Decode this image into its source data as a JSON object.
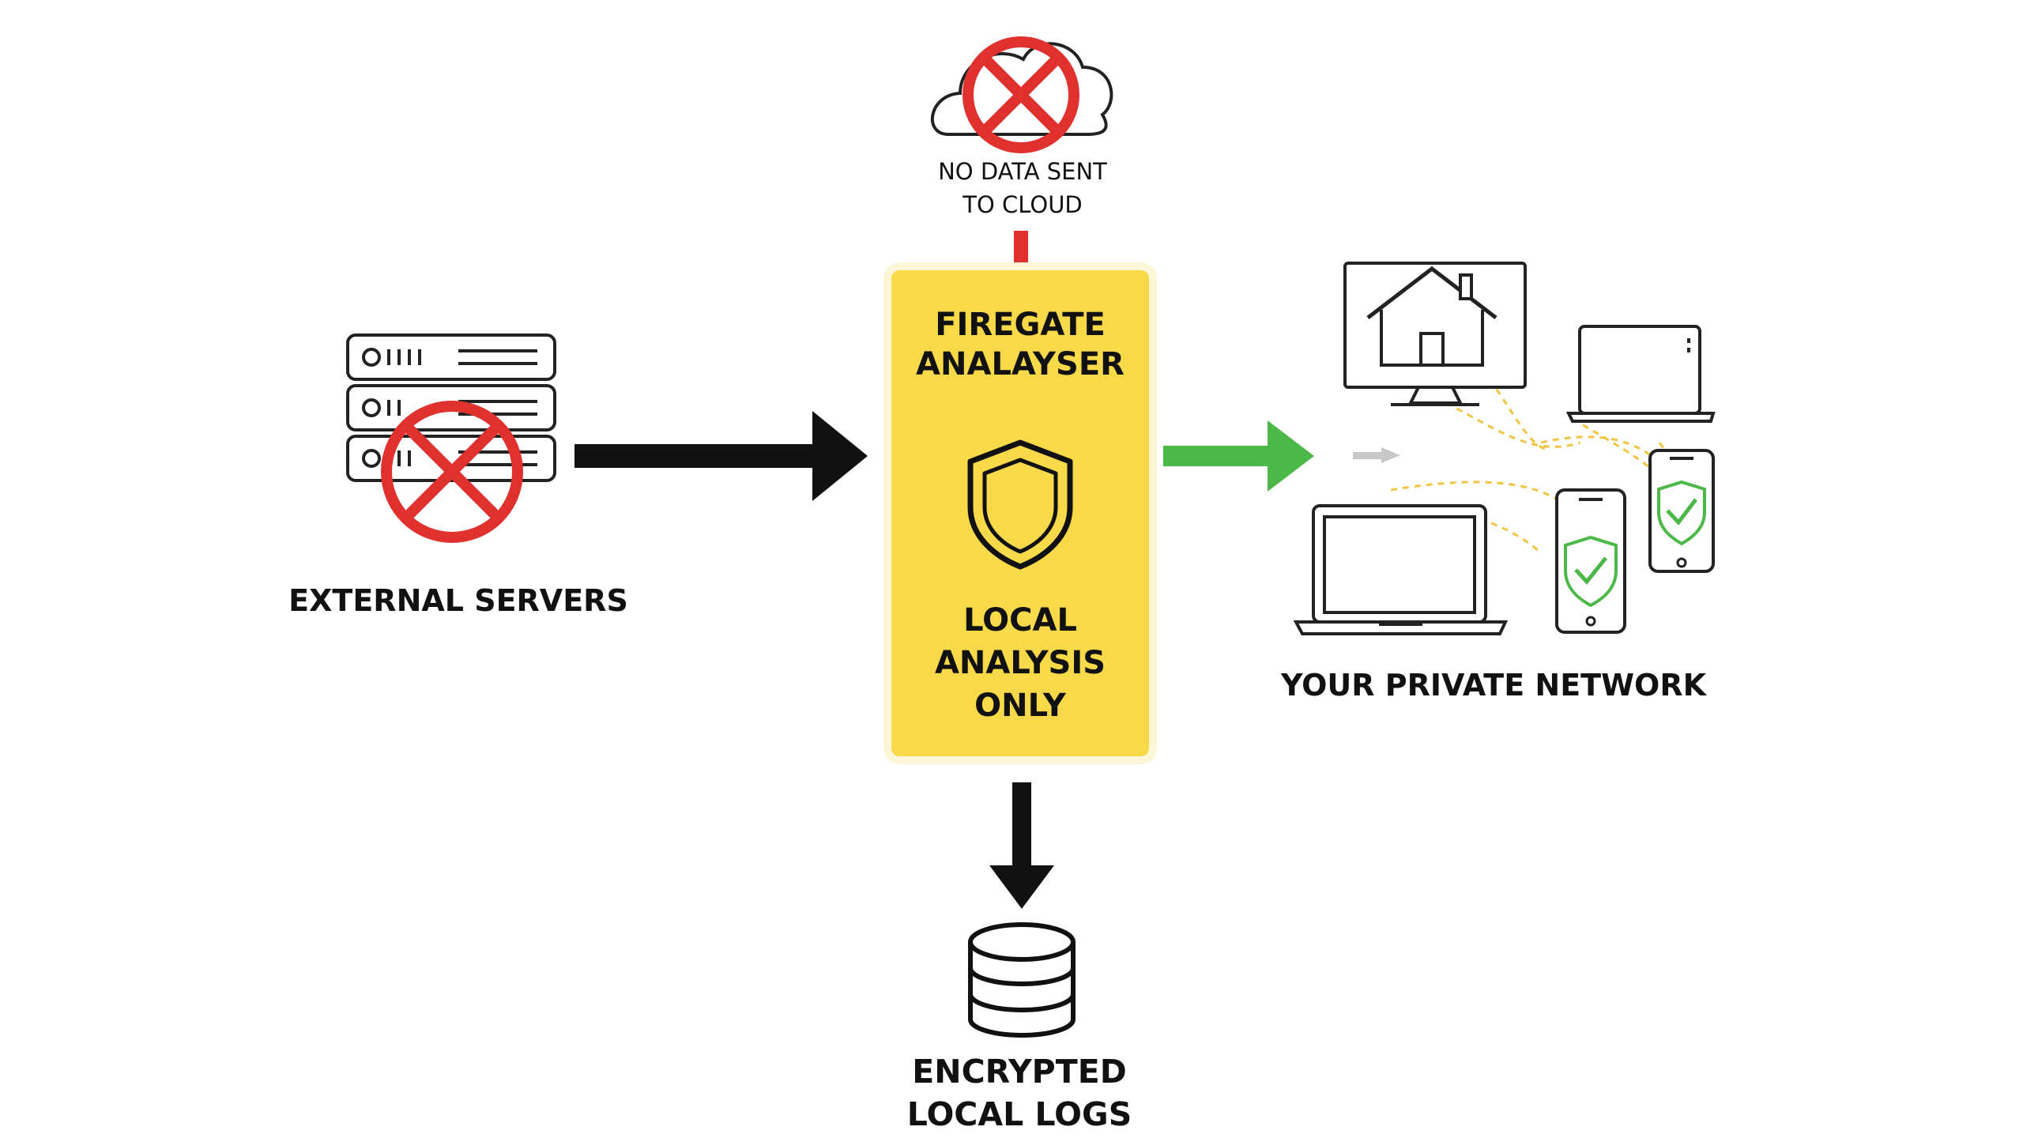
{
  "cloud": {
    "line1": "NO DATA SENT",
    "line2": "TO CLOUD"
  },
  "servers": {
    "label": "EXTERNAL SERVERS"
  },
  "analyser": {
    "title_line1": "FIREGATE",
    "title_line2": "ANALAYSER",
    "mode_line1": "LOCAL",
    "mode_line2": "ANALYSIS",
    "mode_line3": "ONLY"
  },
  "network": {
    "label": "YOUR PRIVATE NETWORK"
  },
  "logs": {
    "line1": "ENCRYPTED",
    "line2": "LOCAL LOGS"
  },
  "colors": {
    "accent_yellow": "#f8d94a",
    "blocked_red": "#e0312f",
    "allowed_green": "#4cb848",
    "dashed_link": "#f1c644"
  },
  "icons": [
    "cloud-icon",
    "blocked-icon",
    "server-rack-icon",
    "shield-icon",
    "database-icon",
    "desktop-home-icon",
    "laptop-icon",
    "phone-shield-icon"
  ]
}
